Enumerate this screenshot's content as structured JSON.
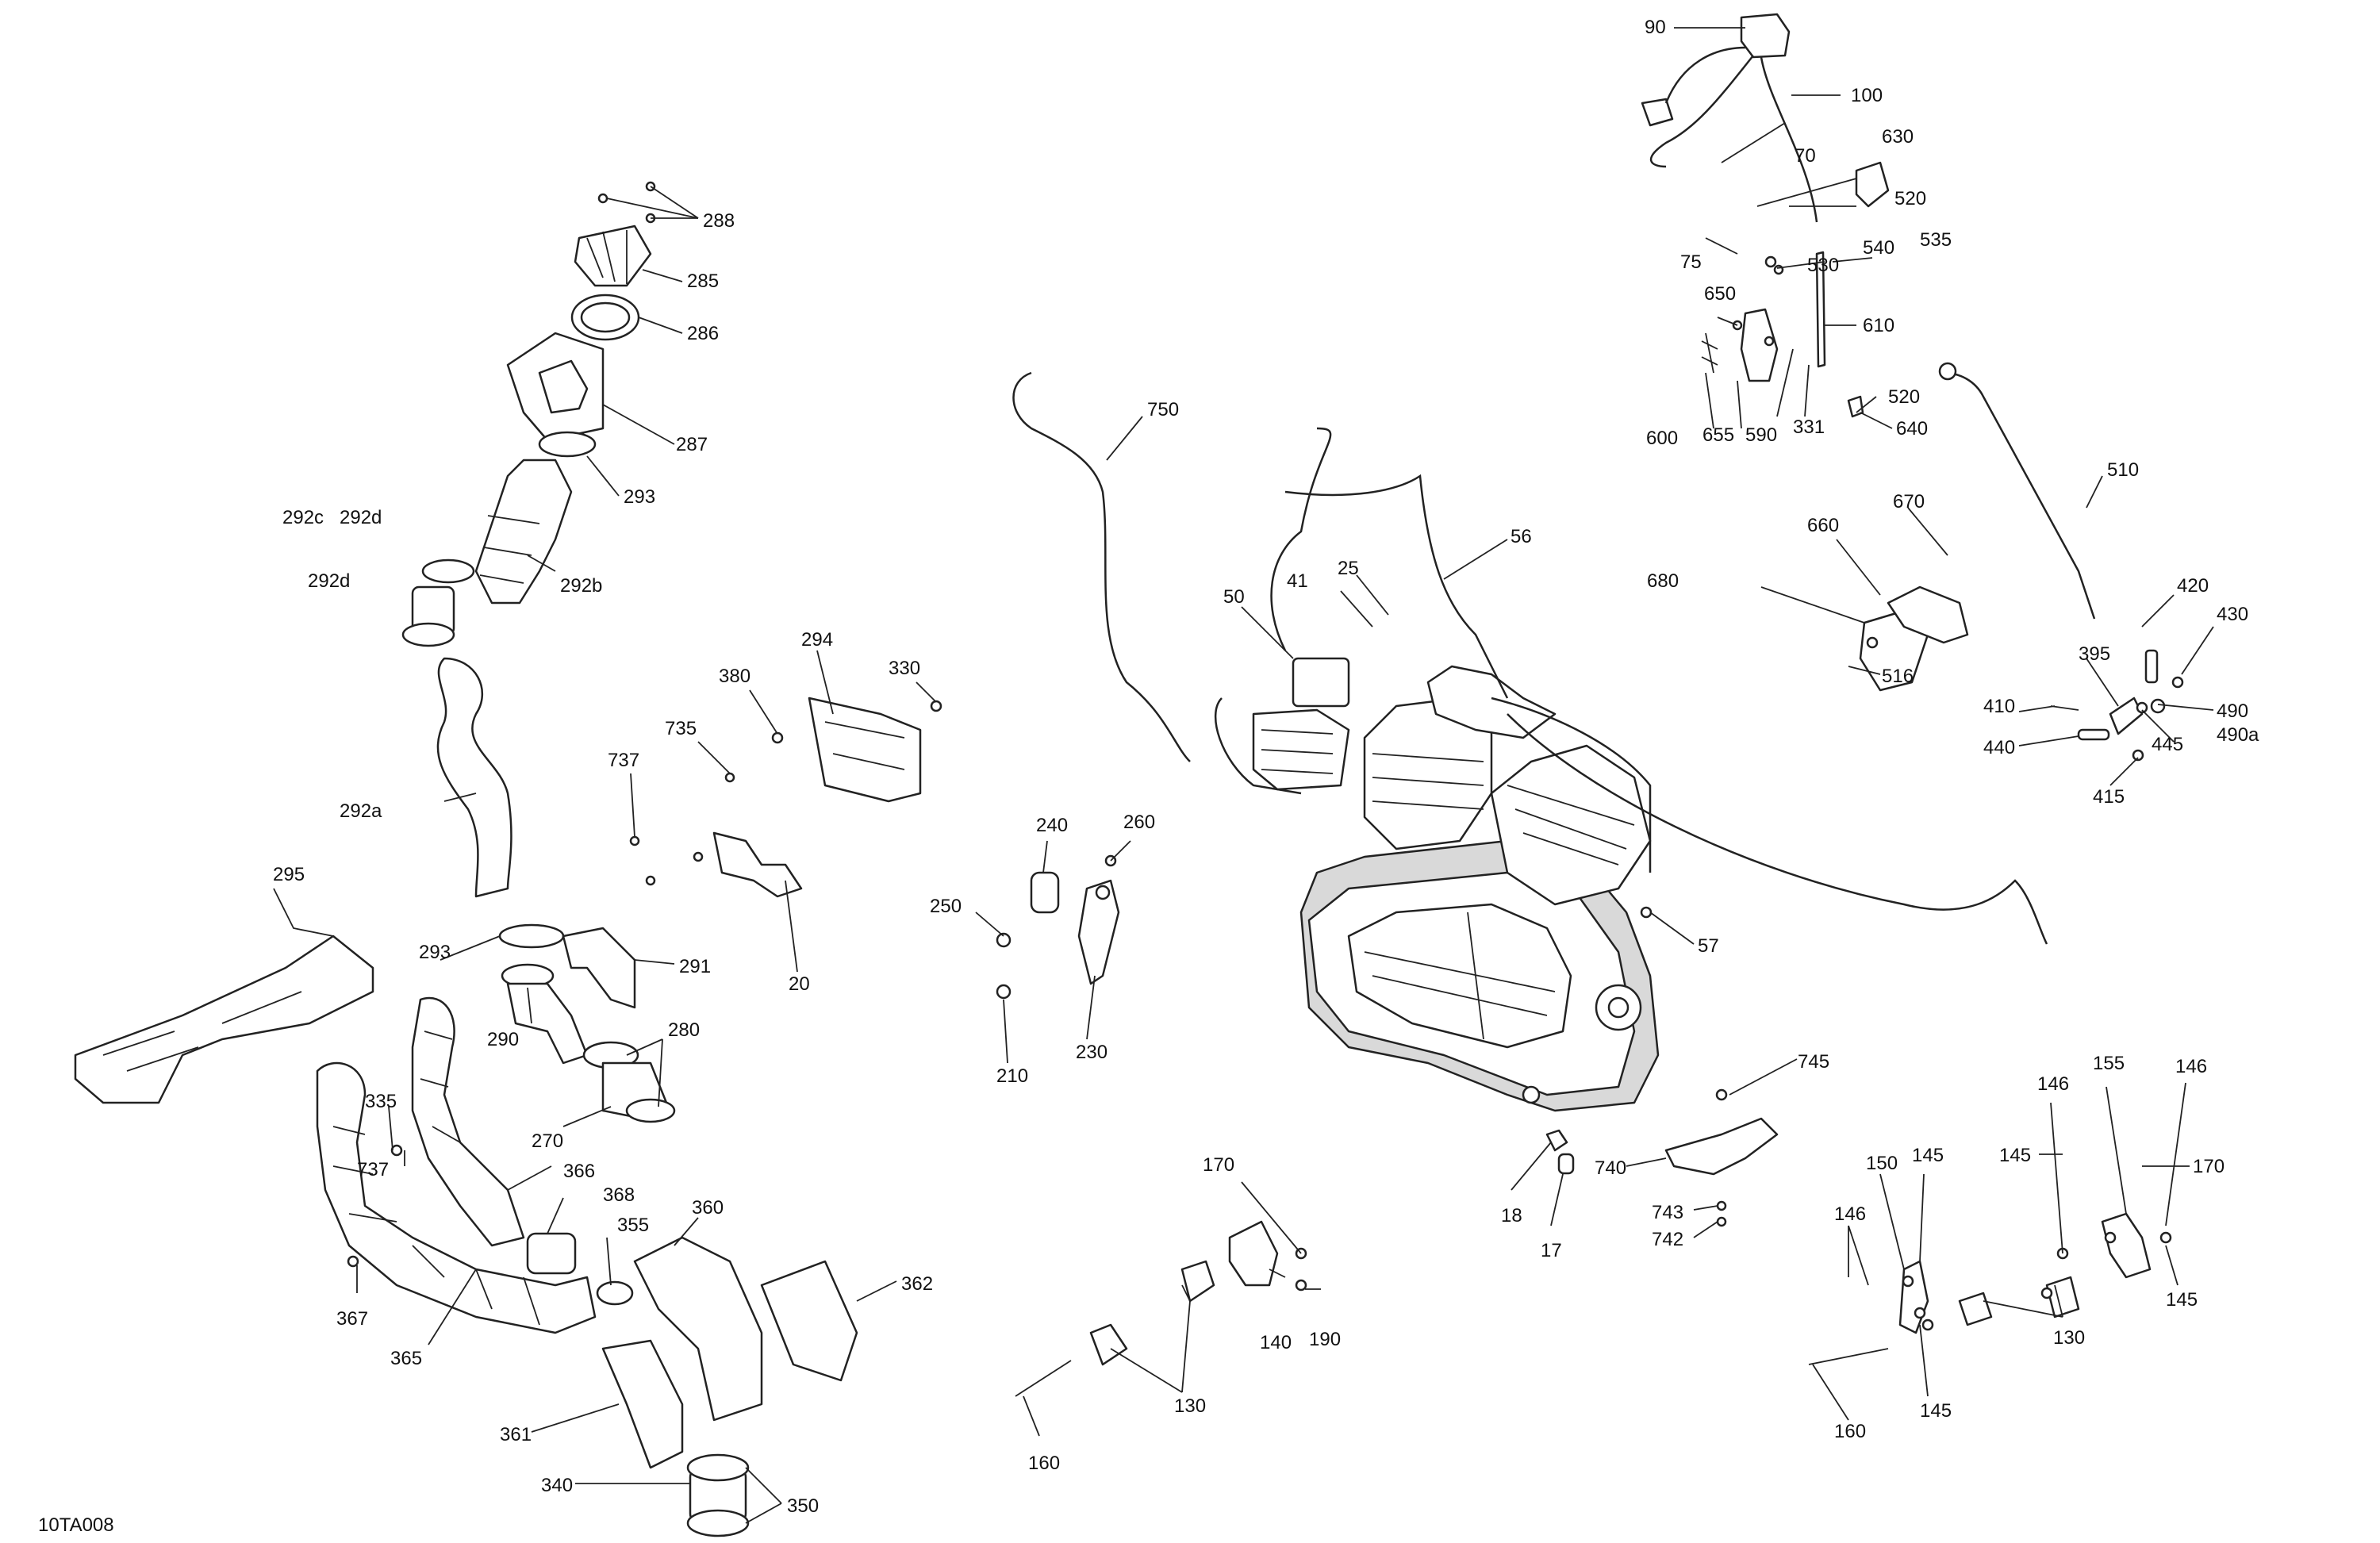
{
  "figure_ref": "10TA008",
  "callouts": {
    "c90": "90",
    "c100": "100",
    "c70": "70",
    "c630": "630",
    "c520a": "520",
    "c75": "75",
    "c530": "530",
    "c540": "540",
    "c535": "535",
    "c650": "650",
    "c610": "610",
    "c520b": "520",
    "c600": "600",
    "c655": "655",
    "c590": "590",
    "c331": "331",
    "c640": "640",
    "c288": "288",
    "c285": "285",
    "c286": "286",
    "c287": "287",
    "c293a": "293",
    "c292c": "292c",
    "c292d_a": "292d",
    "c292d_b": "292d",
    "c292b": "292b",
    "c292a": "292a",
    "c750": "750",
    "c56": "56",
    "c25": "25",
    "c41": "41",
    "c50": "50",
    "c510": "510",
    "c670": "670",
    "c660": "660",
    "c680": "680",
    "c516": "516",
    "c420": "420",
    "c430": "430",
    "c395": "395",
    "c410": "410",
    "c490": "490",
    "c490a": "490a",
    "c445": "445",
    "c440": "440",
    "c415": "415",
    "c294": "294",
    "c380": "380",
    "c330": "330",
    "c735": "735",
    "c737a": "737",
    "c20": "20",
    "c240": "240",
    "c260": "260",
    "c250": "250",
    "c230": "230",
    "c210": "210",
    "c57": "57",
    "c295": "295",
    "c293b": "293",
    "c291": "291",
    "c280": "280",
    "c290": "290",
    "c270": "270",
    "c335": "335",
    "c737b": "737",
    "c366": "366",
    "c368": "368",
    "c355": "355",
    "c360": "360",
    "c362": "362",
    "c367": "367",
    "c365": "365",
    "c361": "361",
    "c340": "340",
    "c350": "350",
    "c745": "745",
    "c740": "740",
    "c743": "743",
    "c742": "742",
    "c18": "18",
    "c17": "17",
    "c170a": "170",
    "c140": "140",
    "c190": "190",
    "c130a": "130",
    "c160a": "160",
    "c155": "155",
    "c146a": "146",
    "c146b": "146",
    "c145a": "145",
    "c170b": "170",
    "c150": "150",
    "c145b": "145",
    "c146c": "146",
    "c130b": "130",
    "c145c": "145",
    "c160b": "160",
    "c145d": "145"
  }
}
